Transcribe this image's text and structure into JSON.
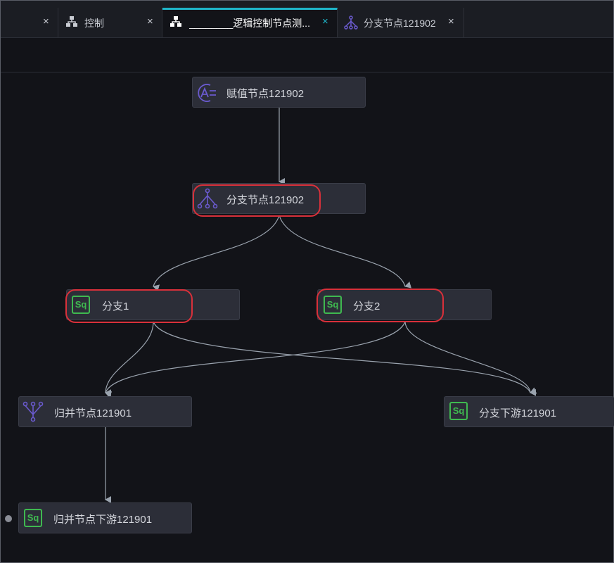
{
  "tabs": [
    {
      "label": "",
      "active": false,
      "icon": "none"
    },
    {
      "label": "控制",
      "active": false,
      "icon": "workflow-icon"
    },
    {
      "label": "________逻辑控制节点测...",
      "active": true,
      "icon": "workflow-icon"
    },
    {
      "label": "分支节点121902",
      "active": false,
      "icon": "branch-icon"
    }
  ],
  "tab_close_glyph": "×",
  "nodes": {
    "assign": {
      "label": "赋值节点121902",
      "icon": "assign-icon"
    },
    "branch": {
      "label": "分支节点121902",
      "icon": "branch-icon"
    },
    "branch1": {
      "label": "分支1",
      "icon": "sql-icon"
    },
    "branch2": {
      "label": "分支2",
      "icon": "sql-icon"
    },
    "merge": {
      "label": "归并节点121901",
      "icon": "merge-icon"
    },
    "branch_downstream": {
      "label": "分支下游121901",
      "icon": "sql-icon"
    },
    "merge_downstream": {
      "label": "归并节点下游121901",
      "icon": "sql-icon"
    }
  },
  "sql_icon_text": "Sq",
  "colors": {
    "accent": "#1fb5c9",
    "selection": "#d9303a",
    "sql_icon": "#3fb950",
    "node_icon": "#6a5acd",
    "edge": "#9aa3ae",
    "node_bg": "#2c2e38",
    "canvas_bg": "#121318"
  }
}
